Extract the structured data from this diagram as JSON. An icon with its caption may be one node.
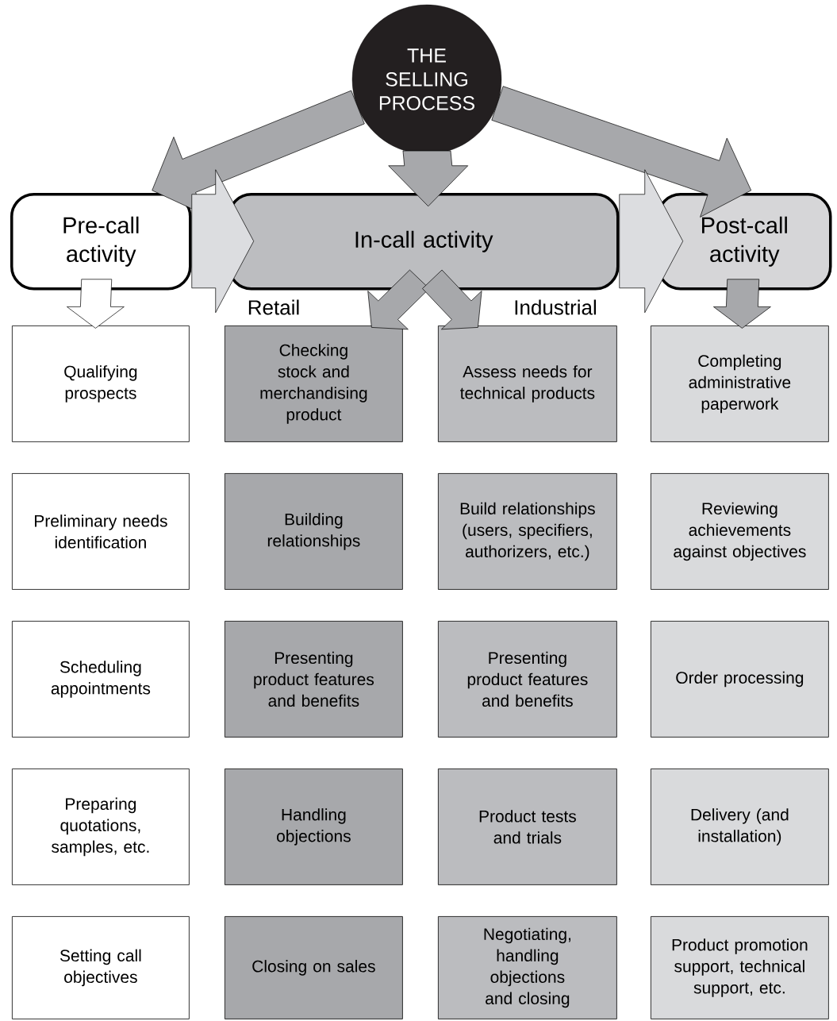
{
  "diagram": {
    "nodes": [
      {
        "text": [
          "THE SELLING PROCESS"
        ]
      },
      {
        "text": [
          "Pre-call activity"
        ]
      },
      {
        "text": [
          "In-call activity"
        ]
      },
      {
        "text": [
          "Post-call activity"
        ]
      },
      {
        "text": [
          "Qualifying prospects"
        ]
      },
      {
        "text": [
          "Preliminary needs identification"
        ]
      },
      {
        "text": [
          "Scheduling appointments"
        ]
      },
      {
        "text": [
          "Preparing quotations, samples, etc."
        ]
      },
      {
        "text": [
          "Setting call objectives"
        ]
      },
      {
        "text": [
          "Checking stock and merchandising product"
        ]
      },
      {
        "text": [
          "Building relationships"
        ]
      },
      {
        "text": [
          "Presenting product features and benefits"
        ]
      },
      {
        "text": [
          "Handling objections"
        ]
      },
      {
        "text": [
          "Closing on sales"
        ]
      },
      {
        "text": [
          "Assess needs for technical products"
        ]
      },
      {
        "text": [
          "Build relationships (users, specifiers, authorizers, etc.)"
        ]
      },
      {
        "text": [
          "Presenting product features and benefits"
        ]
      },
      {
        "text": [
          "Product tests and trials"
        ]
      },
      {
        "text": [
          "Negotiating, handling objections and closing"
        ]
      },
      {
        "text": [
          "Completing administrative paperwork"
        ]
      },
      {
        "text": [
          "Reviewing achievements against objectives"
        ]
      },
      {
        "text": [
          "Order processing"
        ]
      },
      {
        "text": [
          "Delivery (and installation)"
        ]
      },
      {
        "text": [
          "Product promotion support, technical support, etc."
        ]
      }
    ],
    "edges": [
      {
        "from": 0,
        "to": 1,
        "arrow": "to"
      },
      {
        "from": 0,
        "to": 2,
        "arrow": "to"
      },
      {
        "from": 0,
        "to": 3,
        "arrow": "to"
      },
      {
        "from": 1,
        "to": 2,
        "arrow": "to",
        "color": "#dcdde0"
      },
      {
        "from": 2,
        "to": 3,
        "arrow": "to",
        "color": "#dcdde0"
      },
      {
        "from": 1,
        "to": 4,
        "arrow": "to",
        "color": "#ffffff"
      },
      {
        "from": 2,
        "to": 9,
        "arrow": "to"
      },
      {
        "from": 2,
        "to": 14,
        "arrow": "to"
      },
      {
        "from": 3,
        "to": 19,
        "arrow": "to"
      }
    ],
    "labels": [
      "Retail",
      "Industrial"
    ]
  }
}
